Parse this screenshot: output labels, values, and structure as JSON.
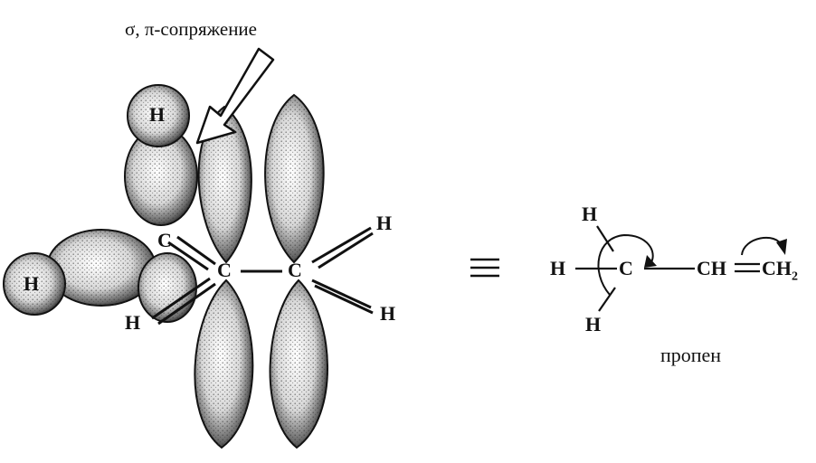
{
  "title": "σ, π-сопряжение",
  "equiv": "≡",
  "caption": "пропен",
  "orbital_model": {
    "atoms": [
      "H",
      "H",
      "C",
      "C",
      "C",
      "H",
      "H",
      "H"
    ]
  },
  "formula": {
    "h_top": "H",
    "h_left": "H",
    "h_bottom": "H",
    "c": "C",
    "ch": "CH",
    "ch2_base": "CH",
    "ch2_sub": "2"
  }
}
